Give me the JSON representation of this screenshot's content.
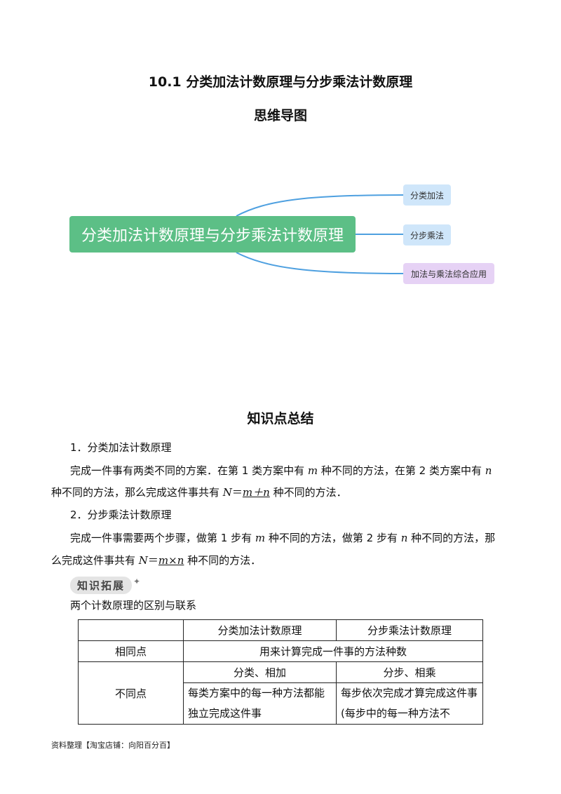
{
  "header": {
    "title": "10.1  分类加法计数原理与分步乘法计数原理",
    "subtitle": "思维导图"
  },
  "mindmap": {
    "root": "分类加法计数原理与分步乘法计数原理",
    "branches": [
      {
        "label": "分类加法",
        "color": "#cfe6fa"
      },
      {
        "label": "分步乘法",
        "color": "#cfe6fa"
      },
      {
        "label": "加法与乘法综合应用",
        "color": "#e6d2f5"
      }
    ],
    "root_color": "#5cbf86",
    "line_color": "#4ea0e0"
  },
  "summary": {
    "heading": "知识点总结",
    "item1_title": "1．分类加法计数原理",
    "item1_line1_a": "完成一件事有两类不同的方案．在第 1 类方案中有 ",
    "item1_line1_m": "m",
    "item1_line1_b": " 种不同的方法，在第 2 类方案中有 ",
    "item1_line1_n": "n",
    "item1_line2_a": "种不同的方法，那么完成这件事共有 ",
    "item1_line2_N": "N",
    "item1_line2_eq": "＝",
    "item1_line2_formula": "m＋n",
    "item1_line2_b": " 种不同的方法．",
    "item2_title": "2．分步乘法计数原理",
    "item2_line1_a": "完成一件事需要两个步骤，做第 1 步有 ",
    "item2_line1_m": "m",
    "item2_line1_b": " 种不同的方法，做第 2 步有 ",
    "item2_line1_n": "n",
    "item2_line1_c": " 种不同的方法，那",
    "item2_line2_a": "么完成这件事共有 ",
    "item2_line2_N": "N",
    "item2_line2_eq": "＝",
    "item2_line2_formula": "m×n",
    "item2_line2_b": " 种不同的方法．"
  },
  "extension": {
    "badge": "知识拓展",
    "caption": "两个计数原理的区别与联系"
  },
  "table": {
    "header": [
      "",
      "分类加法计数原理",
      "分步乘法计数原理"
    ],
    "row_same_label": "相同点",
    "row_same_value": "用来计算完成一件事的方法种数",
    "row_diff_label": "不同点",
    "row_diff_a1": "分类、相加",
    "row_diff_b1": "分步、相乘",
    "row_diff_a2": "每类方案中的每一种方法都能独立完成这件事",
    "row_diff_b2": "每步依次完成才算完成这件事(每步中的每一种方法不"
  },
  "footer": "资料整理【淘宝店铺：向阳百分百】"
}
